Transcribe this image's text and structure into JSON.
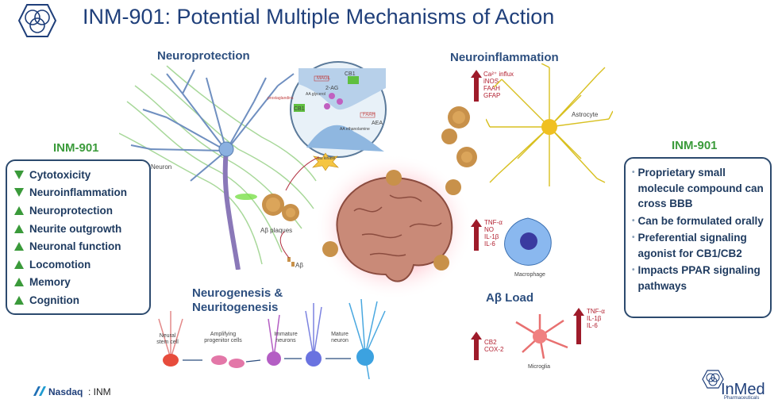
{
  "title": "INM-901: Potential Multiple Mechanisms of Action",
  "sections": {
    "neuroprotection": "Neuroprotection",
    "neuroinflammation": "Neuroinflammation",
    "neurogenesis_line1": "Neurogenesis &",
    "neurogenesis_line2": "Neuritogenesis",
    "abeta_load": "Aβ Load"
  },
  "diagram_labels": {
    "neuron": "Neuron",
    "ab_plaques": "Aβ plaques",
    "ab": "Aβ",
    "astrocyte": "Astrocyte",
    "macrophage": "Macrophage",
    "microglia": "Microglia",
    "cb1_top": "CB1",
    "cb1_left": "CB1",
    "two_ag": "2-AG",
    "magl": "MAGL",
    "faah": "FAAH",
    "aea": "AEA",
    "prostaglandins": "prostaglandins",
    "aa_glycerol": "AA glycerol",
    "aa_ethanolamine": "AA ethanolamine",
    "tau_kinase": "tau kinase",
    "neural_stem_cell": "Neural stem cell",
    "amplifying_progenitor": "Amplifying progenitor cells",
    "immature_neurons": "Immature neurons",
    "mature_neuron": "Mature neuron"
  },
  "astrocyte_markers": [
    "Ca²⁺ influx",
    "iNOS",
    "FAAH",
    "GFAP"
  ],
  "macrophage_markers": [
    "TNF-α",
    "NO",
    "IL-1β",
    "IL-6"
  ],
  "microglia_up_markers": [
    "TNF-α",
    "IL-1β",
    "IL-6"
  ],
  "microglia_low_markers": [
    "CB2",
    "COX-2"
  ],
  "left_panel": {
    "heading": "INM-901",
    "items": [
      {
        "label": "Cytotoxicity",
        "direction": "down"
      },
      {
        "label": "Neuroinflammation",
        "direction": "down"
      },
      {
        "label": "Neuroprotection",
        "direction": "up"
      },
      {
        "label": "Neurite outgrowth",
        "direction": "up"
      },
      {
        "label": "Neuronal function",
        "direction": "up"
      },
      {
        "label": "Locomotion",
        "direction": "up"
      },
      {
        "label": "Memory",
        "direction": "up"
      },
      {
        "label": "Cognition",
        "direction": "up"
      }
    ]
  },
  "right_panel": {
    "heading": "INM-901",
    "items": [
      "Proprietary small molecule compound can cross BBB",
      "Can be formulated orally",
      "Preferential signaling agonist for CB1/CB2",
      "Impacts PPAR signaling pathways"
    ]
  },
  "footer": {
    "exchange": "Nasdaq",
    "ticker": ": INM",
    "company": "InMed",
    "company_sub": "Pharmaceuticals"
  },
  "colors": {
    "title_blue": "#1f3f7a",
    "heading_green": "#3b9b3b",
    "triangle_green": "#3a9a3a",
    "box_border": "#2c4a6e",
    "marker_red": "#b22030",
    "arrow_red": "#9e1b2a"
  }
}
